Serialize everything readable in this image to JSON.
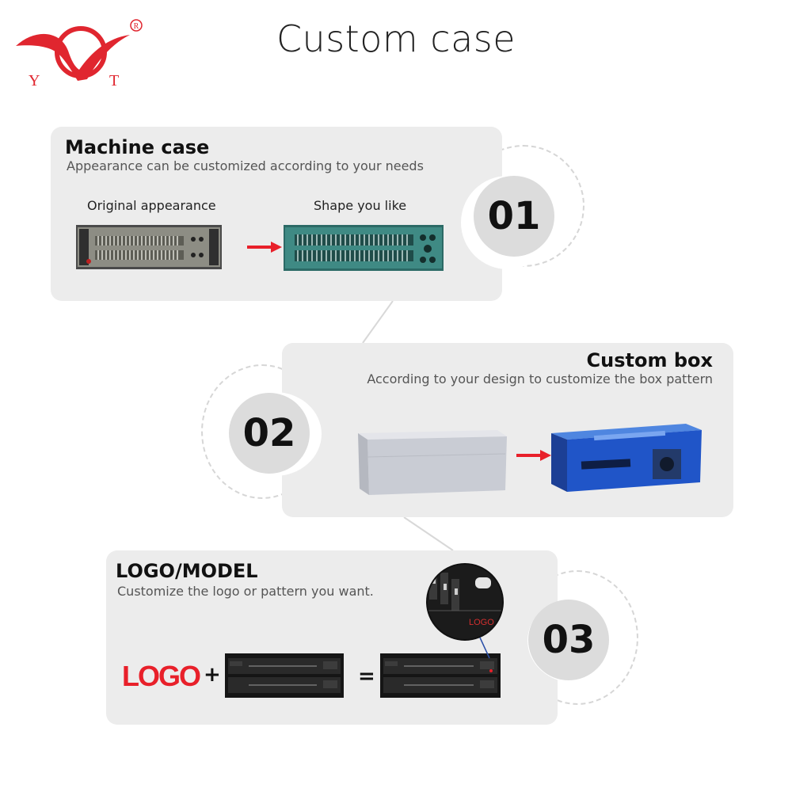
{
  "brand": {
    "letter_left": "Y",
    "letter_right": "T",
    "registered": "R",
    "color": "#e0262f"
  },
  "page": {
    "title": "Custom case"
  },
  "sections": [
    {
      "number": "01",
      "title": "Machine case",
      "subtitle": "Appearance can be customized according to your needs",
      "caption_left": "Original appearance",
      "caption_right": "Shape you like"
    },
    {
      "number": "02",
      "title": "Custom box",
      "subtitle": "According to your design to customize the box pattern"
    },
    {
      "number": "03",
      "title": "LOGO/MODEL",
      "subtitle": "Customize the logo or pattern you want.",
      "logo_word": "LOGO",
      "plus": "+",
      "equals": "=",
      "zoom_logo": "LOGO"
    }
  ],
  "colors": {
    "accent": "#e8202a",
    "card": "#ececec",
    "badge": "#dcdcdc"
  }
}
